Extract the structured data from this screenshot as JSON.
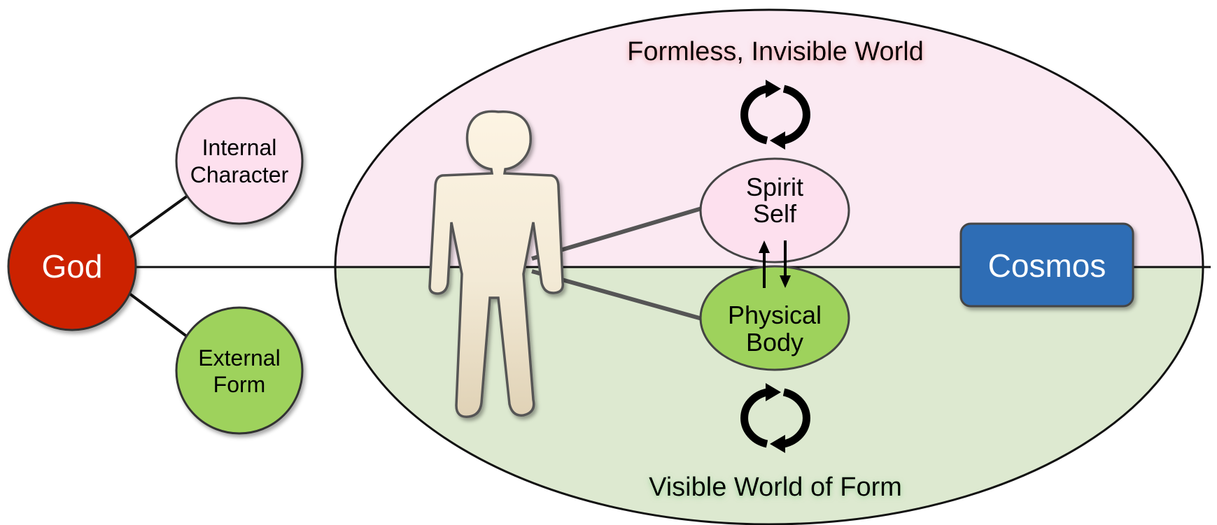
{
  "god": {
    "label": "God",
    "color": "#cc2200"
  },
  "internal_character": {
    "line1": "Internal",
    "line2": "Character",
    "color": "#fde0ee"
  },
  "external_form": {
    "line1": "External",
    "line2": "Form",
    "color": "#9ed25c"
  },
  "formless_world": {
    "label": "Formless, Invisible World",
    "color": "#fbe9f2"
  },
  "visible_world": {
    "label": "Visible World of Form",
    "color": "#dde9d0"
  },
  "spirit_self": {
    "line1": "Spirit",
    "line2": "Self",
    "color": "#fde0ee"
  },
  "physical_body": {
    "line1": "Physical",
    "line2": "Body",
    "color": "#9ed25c"
  },
  "cosmos": {
    "label": "Cosmos",
    "color": "#2f6db5"
  },
  "human_figure": {
    "icon": "human-figure-icon",
    "color": "#f5ecd8"
  },
  "cycle_icons": [
    "cycle-arrows-icon",
    "cycle-arrows-icon"
  ]
}
